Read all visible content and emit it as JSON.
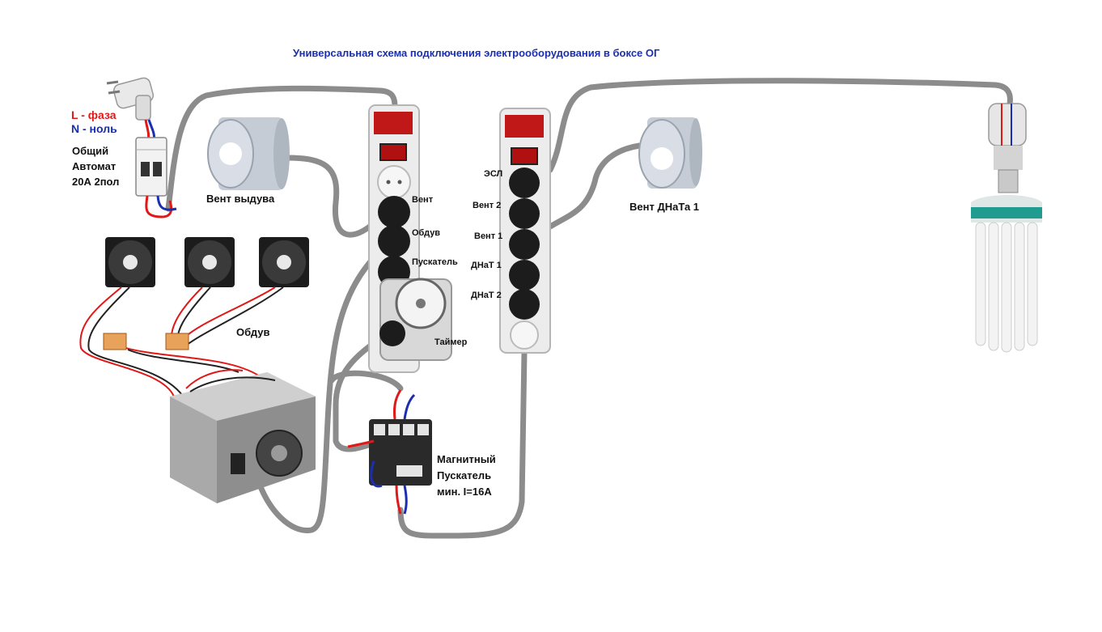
{
  "title": "Универсальная схема подключения электрооборудования в боксе  ОГ",
  "legend": {
    "phase": "L - фаза",
    "neutral": "N - ноль"
  },
  "breaker_label": [
    "Общий",
    "Автомат",
    "20А 2пол"
  ],
  "labels": {
    "exhaust_fan": "Вент выдува",
    "blow_fans": "Обдув",
    "hps_fan": "Вент ДНаТа 1",
    "timer": "Таймер",
    "contactor": [
      "Магнитный",
      "Пускатель",
      "мин. I=16А"
    ]
  },
  "strip1_sockets": [
    "Вент",
    "Обдув",
    "Пускатель"
  ],
  "strip2_sockets": [
    "ЭСЛ",
    "Вент 2",
    "Вент 1",
    "ДНаТ 1",
    "ДНаТ 2"
  ],
  "colors": {
    "title": "#1a2fb0",
    "phase": "#e01818",
    "neutral": "#1a2fb0",
    "cable": "#8a8a8a"
  }
}
